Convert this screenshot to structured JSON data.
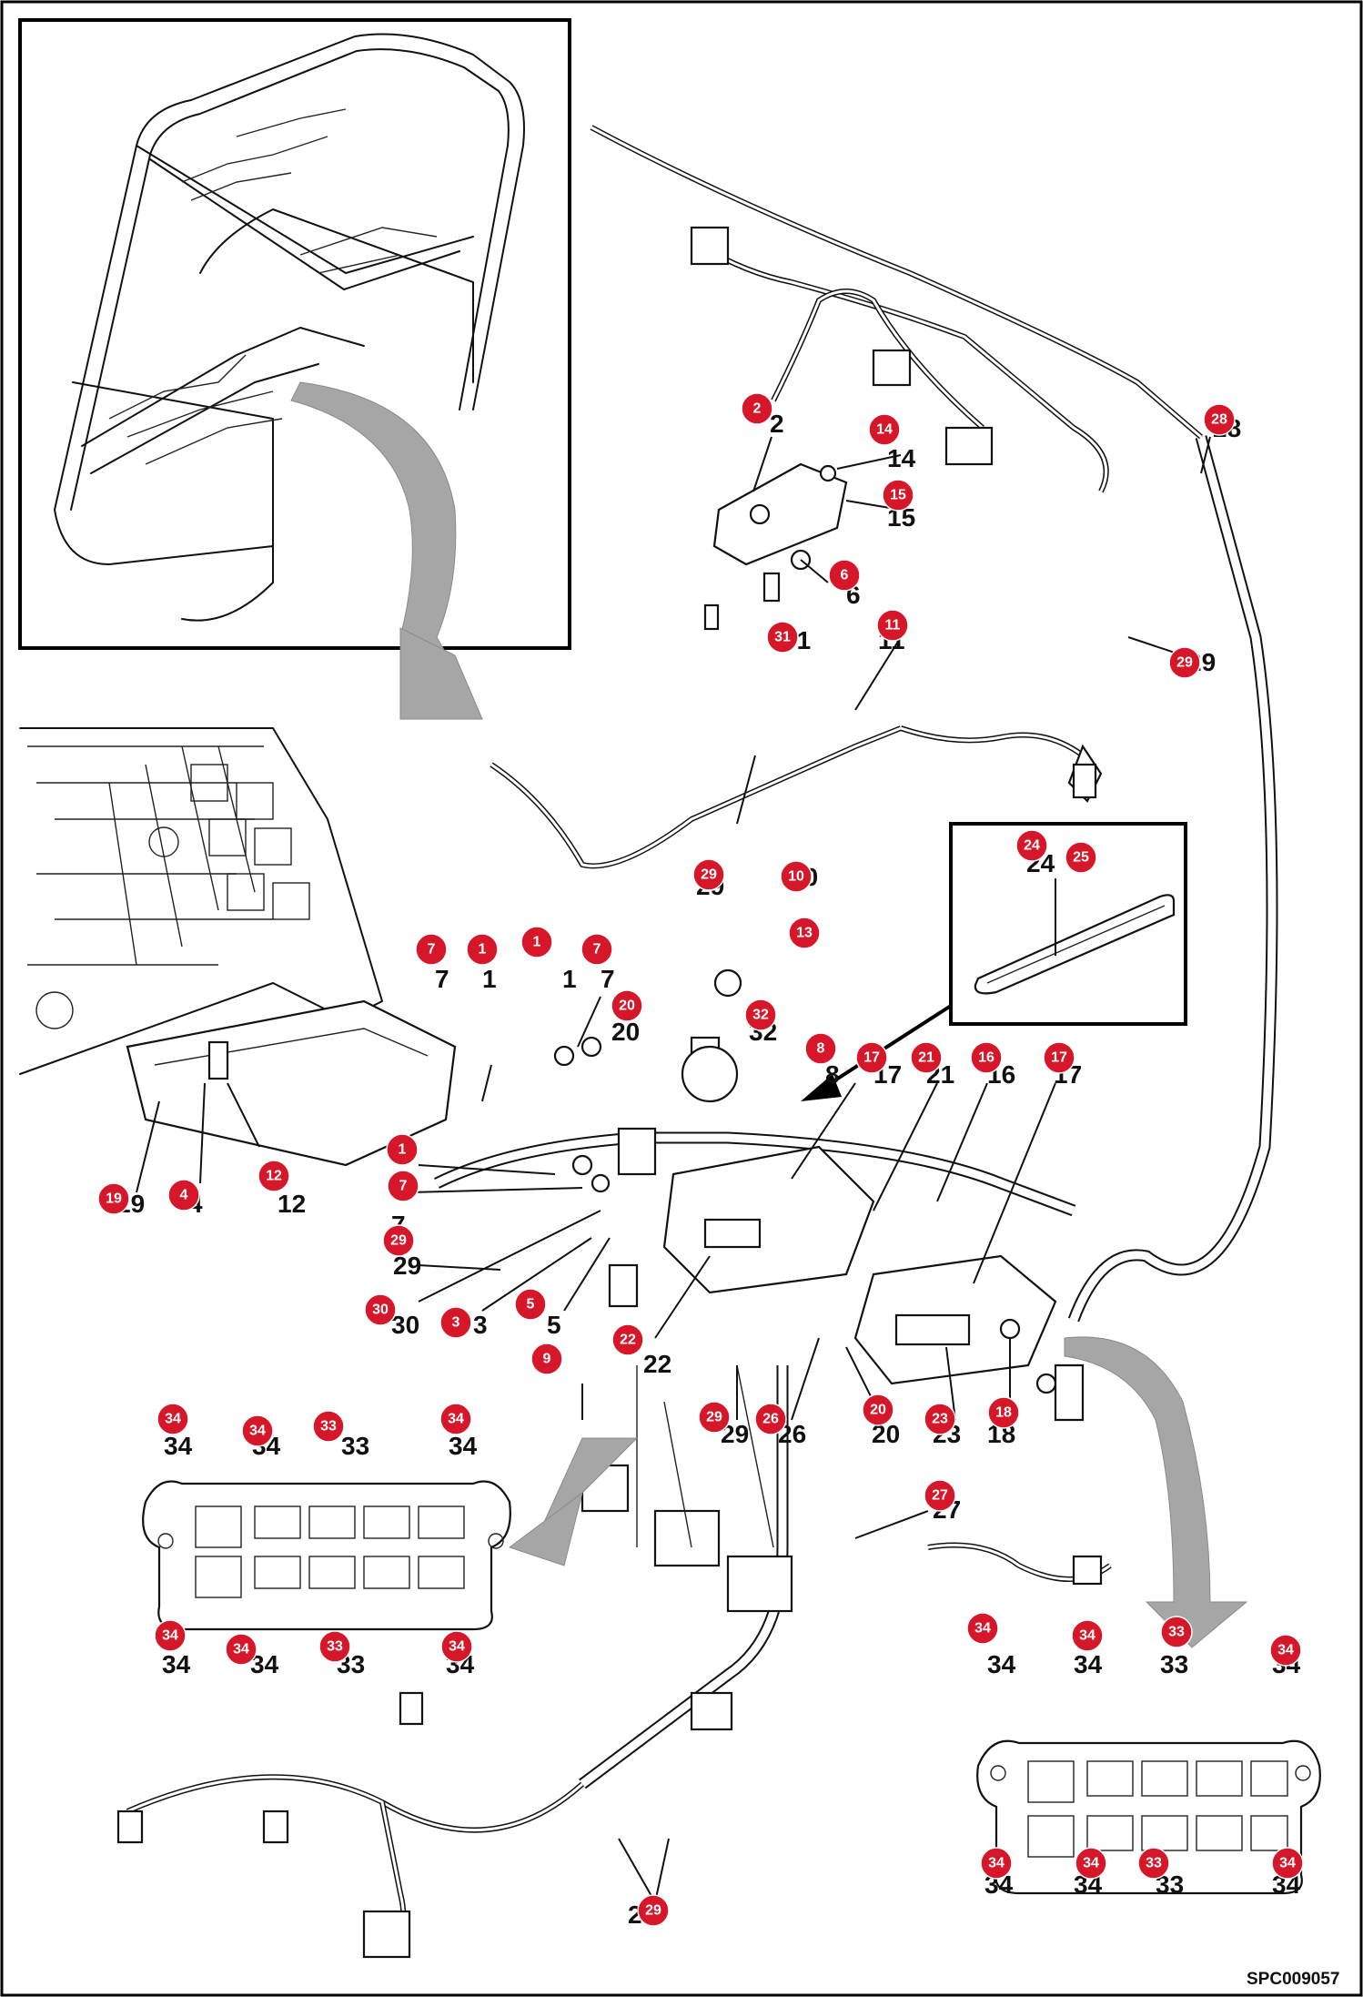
{
  "figure_code": "SPC009057",
  "callouts": [
    {
      "number": "2"
    },
    {
      "number": "14"
    },
    {
      "number": "15"
    },
    {
      "number": "6"
    },
    {
      "number": "31"
    },
    {
      "number": "11"
    },
    {
      "number": "28"
    },
    {
      "number": "29"
    },
    {
      "number": "29"
    },
    {
      "number": "10"
    },
    {
      "number": "24"
    },
    {
      "number": "25"
    },
    {
      "number": "13"
    },
    {
      "number": "7"
    },
    {
      "number": "1"
    },
    {
      "number": "1"
    },
    {
      "number": "7"
    },
    {
      "number": "20"
    },
    {
      "number": "32"
    },
    {
      "number": "8"
    },
    {
      "number": "17"
    },
    {
      "number": "21"
    },
    {
      "number": "16"
    },
    {
      "number": "17"
    },
    {
      "number": "19"
    },
    {
      "number": "4"
    },
    {
      "number": "12"
    },
    {
      "number": "1"
    },
    {
      "number": "7"
    },
    {
      "number": "29"
    },
    {
      "number": "30"
    },
    {
      "number": "3"
    },
    {
      "number": "5"
    },
    {
      "number": "22"
    },
    {
      "number": "9"
    },
    {
      "number": "29"
    },
    {
      "number": "26"
    },
    {
      "number": "20"
    },
    {
      "number": "23"
    },
    {
      "number": "18"
    },
    {
      "number": "27"
    },
    {
      "number": "34"
    },
    {
      "number": "34"
    },
    {
      "number": "33"
    },
    {
      "number": "34"
    },
    {
      "number": "34"
    },
    {
      "number": "34"
    },
    {
      "number": "33"
    },
    {
      "number": "34"
    },
    {
      "number": "34"
    },
    {
      "number": "34"
    },
    {
      "number": "33"
    },
    {
      "number": "34"
    },
    {
      "number": "34"
    },
    {
      "number": "34"
    },
    {
      "number": "33"
    },
    {
      "number": "34"
    },
    {
      "number": "29"
    }
  ],
  "printed_numbers": [
    {
      "text": "2"
    },
    {
      "text": "14"
    },
    {
      "text": "15"
    },
    {
      "text": "6"
    },
    {
      "text": "31"
    },
    {
      "text": "11"
    },
    {
      "text": "28"
    },
    {
      "text": "29"
    },
    {
      "text": "29"
    },
    {
      "text": "10"
    },
    {
      "text": "24"
    },
    {
      "text": "1"
    },
    {
      "text": "7"
    },
    {
      "text": "1"
    },
    {
      "text": "7"
    },
    {
      "text": "20"
    },
    {
      "text": "32"
    },
    {
      "text": "8"
    },
    {
      "text": "17"
    },
    {
      "text": "21"
    },
    {
      "text": "16"
    },
    {
      "text": "17"
    },
    {
      "text": "19"
    },
    {
      "text": "4"
    },
    {
      "text": "12"
    },
    {
      "text": "7"
    },
    {
      "text": "29"
    },
    {
      "text": "30"
    },
    {
      "text": "3"
    },
    {
      "text": "5"
    },
    {
      "text": "22"
    },
    {
      "text": "29"
    },
    {
      "text": "26"
    },
    {
      "text": "20"
    },
    {
      "text": "23"
    },
    {
      "text": "18"
    },
    {
      "text": "27"
    },
    {
      "text": "34"
    },
    {
      "text": "34"
    },
    {
      "text": "33"
    },
    {
      "text": "34"
    },
    {
      "text": "34"
    },
    {
      "text": "34"
    },
    {
      "text": "33"
    },
    {
      "text": "34"
    },
    {
      "text": "34"
    },
    {
      "text": "34"
    },
    {
      "text": "33"
    },
    {
      "text": "34"
    },
    {
      "text": "34"
    },
    {
      "text": "34"
    },
    {
      "text": "33"
    },
    {
      "text": "34"
    },
    {
      "text": "29"
    }
  ]
}
